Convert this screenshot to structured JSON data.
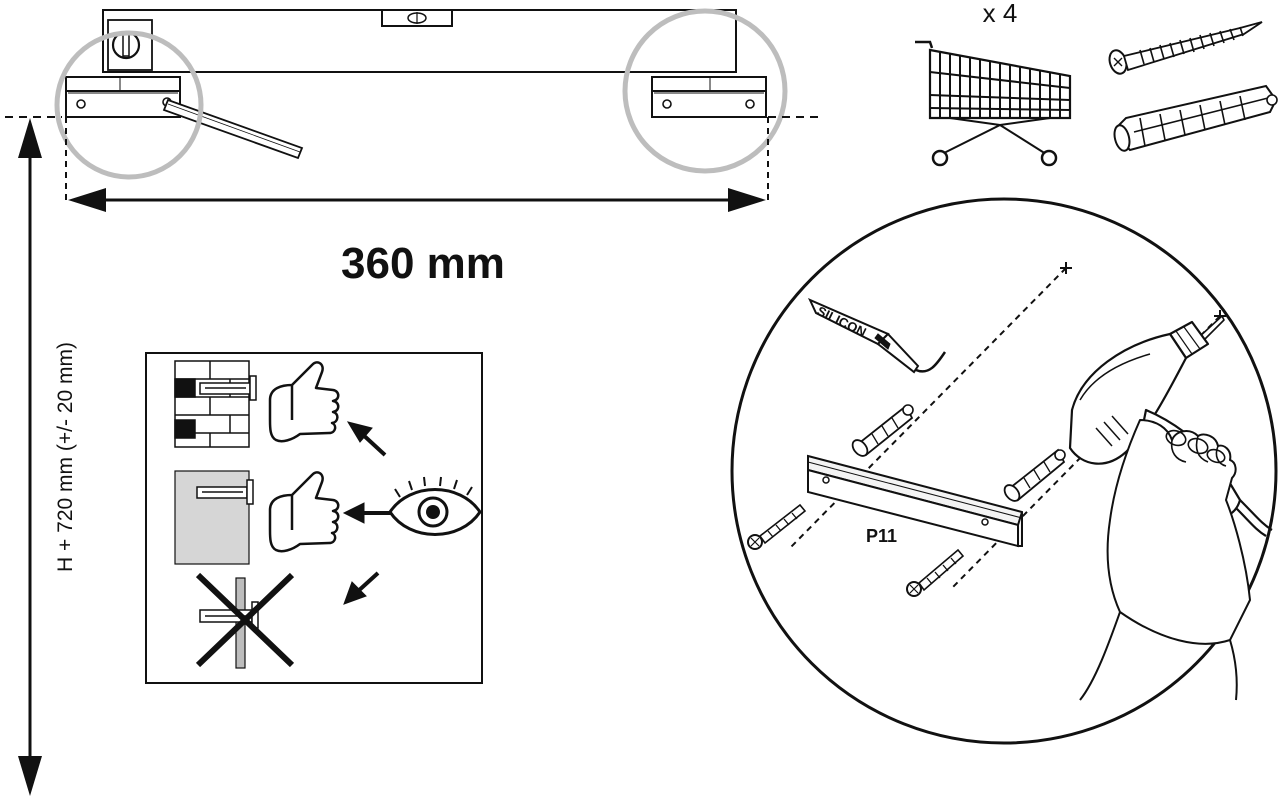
{
  "dimensions": {
    "width_label": "360 mm",
    "height_label": "H + 720 mm (+/- 20 mm)"
  },
  "kit": {
    "quantity_label": "x 4"
  },
  "detail": {
    "silicon_label": "SILICON",
    "part_label": "P11"
  },
  "colors": {
    "line": "#111111",
    "highlight_circle": "#bdbdbd",
    "wall_panel": "#d6d6d6",
    "rail": "#f4f4f4"
  }
}
